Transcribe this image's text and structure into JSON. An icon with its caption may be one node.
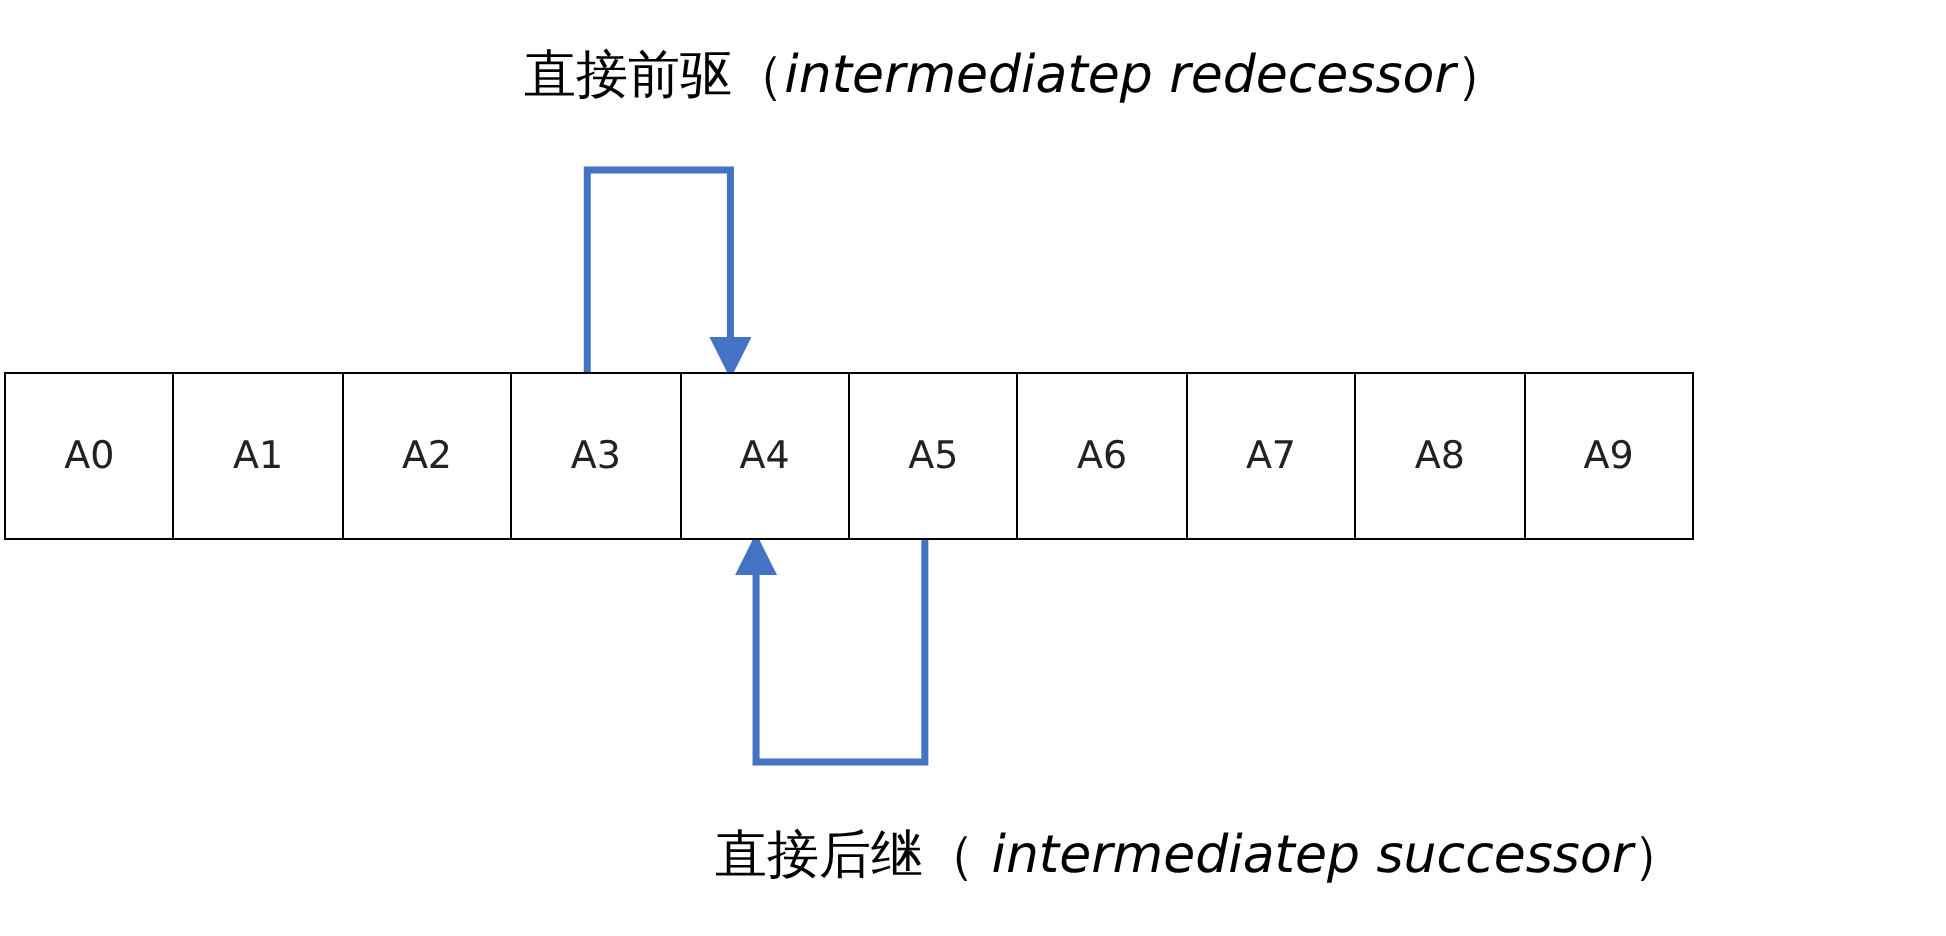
{
  "diagram": {
    "nodes": [
      {
        "text": [
          "A0"
        ]
      },
      {
        "text": [
          "A1"
        ]
      },
      {
        "text": [
          "A2"
        ]
      },
      {
        "text": [
          "A3"
        ]
      },
      {
        "text": [
          "A4"
        ]
      },
      {
        "text": [
          "A5"
        ]
      },
      {
        "text": [
          "A6"
        ]
      },
      {
        "text": [
          "A7"
        ]
      },
      {
        "text": [
          "A8"
        ]
      },
      {
        "text": [
          "A9"
        ]
      }
    ],
    "edges": [
      {
        "from": 3,
        "to": 4,
        "arrow": "to"
      },
      {
        "from": 5,
        "to": 4,
        "arrow": "to"
      }
    ],
    "labels": [
      "直接前驱（*intermediatep redecessor*）",
      "直接后继（ *intermediatep successor*）"
    ]
  }
}
